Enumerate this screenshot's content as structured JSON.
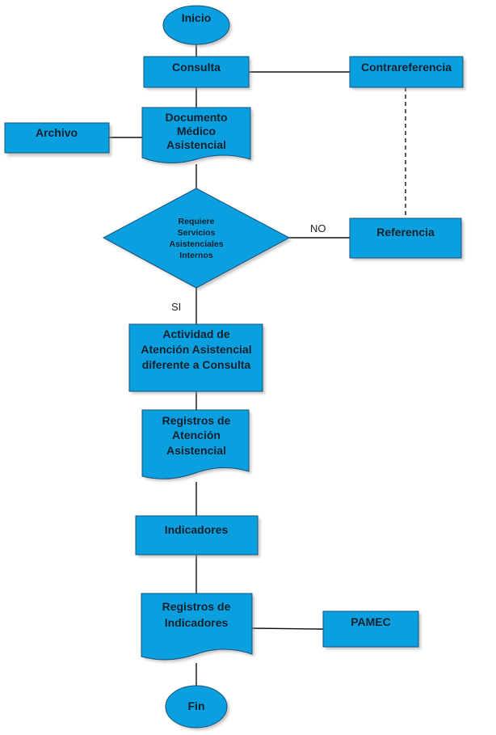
{
  "nodes": {
    "inicio": "Inicio",
    "consulta": "Consulta",
    "contrareferencia": "Contrareferencia",
    "archivo": "Archivo",
    "documento": [
      "Documento",
      "Médico",
      "Asistencial"
    ],
    "decision": [
      "Requiere",
      "Servicios",
      "Asistenciales",
      "Internos"
    ],
    "referencia": "Referencia",
    "actividad": [
      "Actividad de",
      "Atención Asistencial",
      "diferente a Consulta"
    ],
    "registros_atencion": [
      "Registros de",
      "Atención",
      "Asistencial"
    ],
    "indicadores": "Indicadores",
    "registros_indicadores": [
      "Registros de",
      "Indicadores"
    ],
    "pamec": "PAMEC",
    "fin": "Fin"
  },
  "edge_labels": {
    "no": "NO",
    "si": "SI"
  },
  "colors": {
    "node_fill": "#0aa0e0",
    "node_stroke": "#1a4f7a",
    "line": "#111111"
  }
}
